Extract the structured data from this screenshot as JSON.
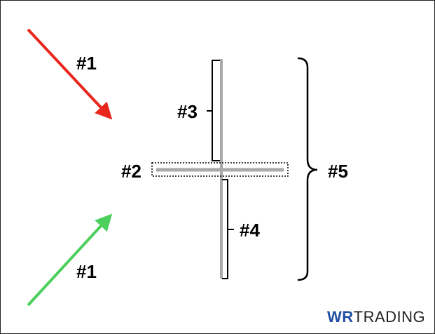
{
  "labels": {
    "red_arrow": "#1",
    "green_arrow": "#1",
    "horizontal_bar": "#2",
    "upper_wick": "#3",
    "lower_wick": "#4",
    "full_range": "#5"
  },
  "logo": {
    "prefix": "WR",
    "suffix": "TRADING"
  },
  "colors": {
    "red_arrow": "#e8261c",
    "green_arrow": "#4ccf5c",
    "bar": "#a9a9a9",
    "bracket": "#000000",
    "logo_prefix": "#1f4fa3",
    "logo_suffix": "#222222"
  }
}
